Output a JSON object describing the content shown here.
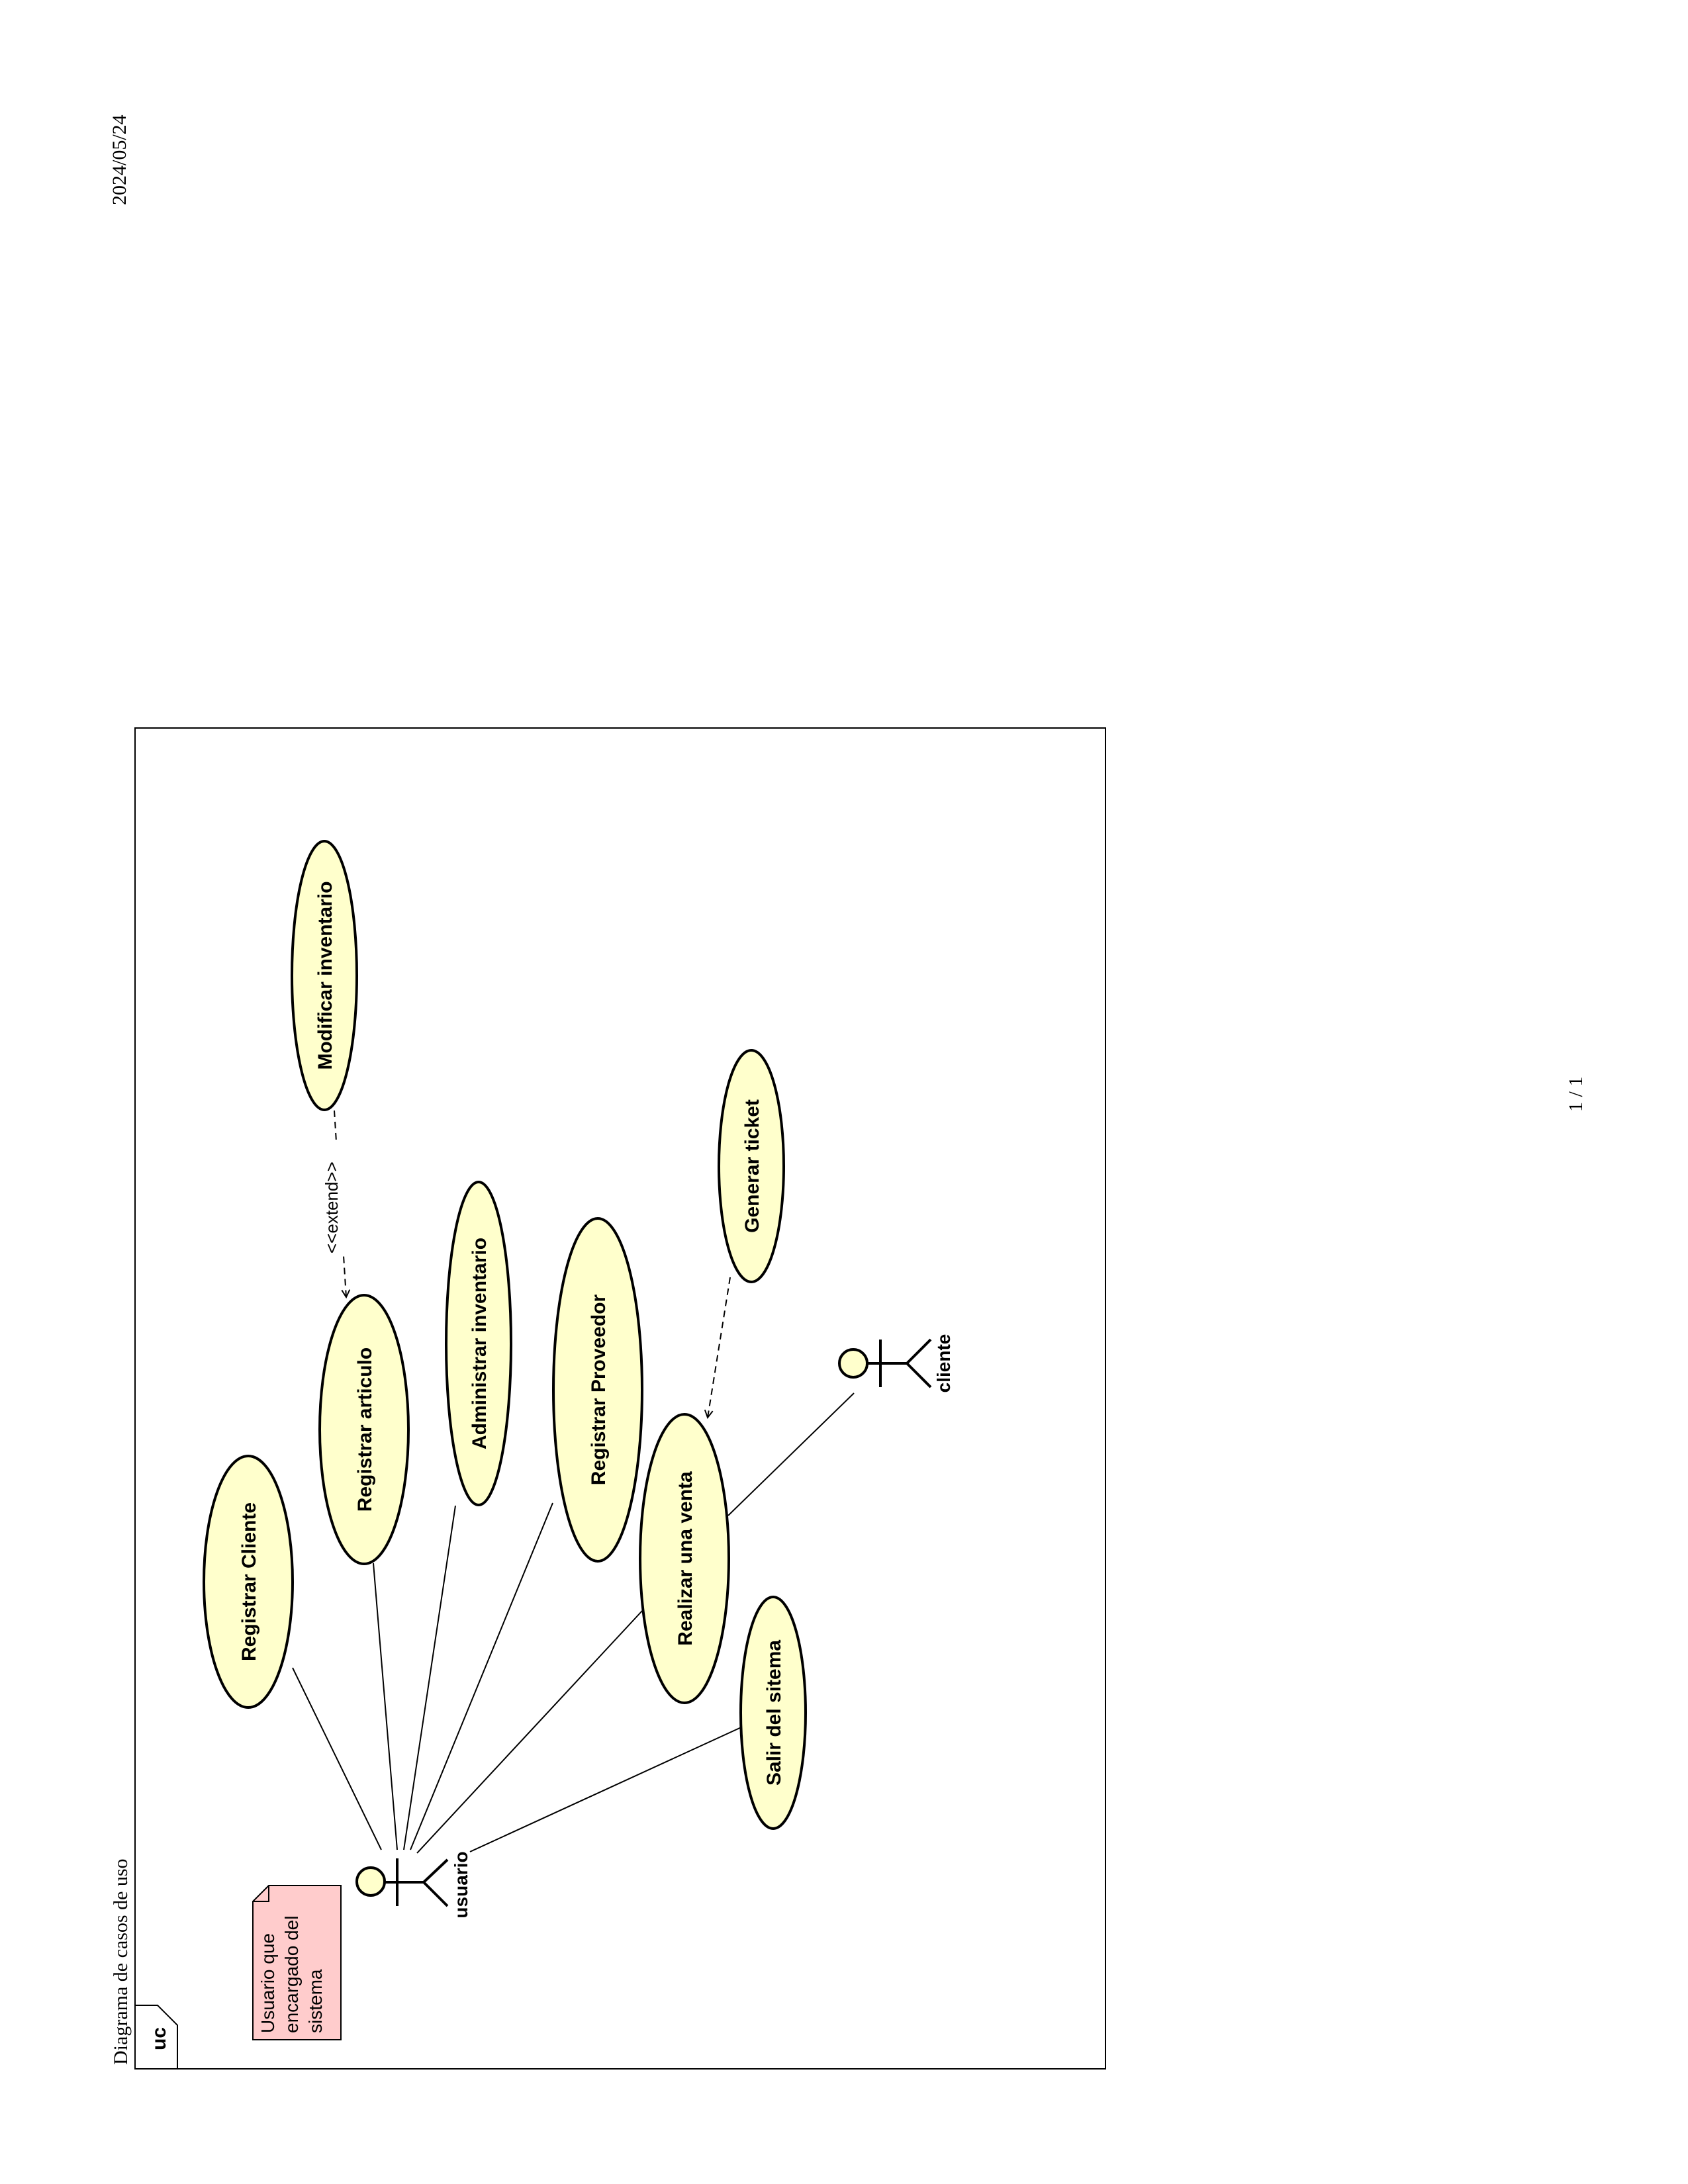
{
  "page": {
    "date": "2024/05/24",
    "page_number": "1 / 1"
  },
  "diagram": {
    "title": "Diagrama de casos de uso",
    "frame_tag": "uc",
    "colors": {
      "usecase_fill": "#ffffcc",
      "actor_fill": "#ffffcc",
      "note_fill": "#ffcccc",
      "stroke": "#000000"
    },
    "actors": {
      "usuario": "usuario",
      "cliente": "cliente"
    },
    "note_lines": [
      "Usuario que",
      "encargado del",
      "sistema"
    ],
    "use_cases": {
      "registrar_cliente": "Registrar Cliente",
      "registrar_articulo": "Registrar articulo",
      "administrar_inventario": "Administrar inventario",
      "registrar_proveedor": "Registrar Proveedor",
      "realizar_venta": "Realizar una venta",
      "salir_sistema": "Salir del sitema",
      "modificar_inventario": "Modificar inventario",
      "generar_ticket": "Generar ticket"
    },
    "extend_label": "<<extend>>"
  }
}
